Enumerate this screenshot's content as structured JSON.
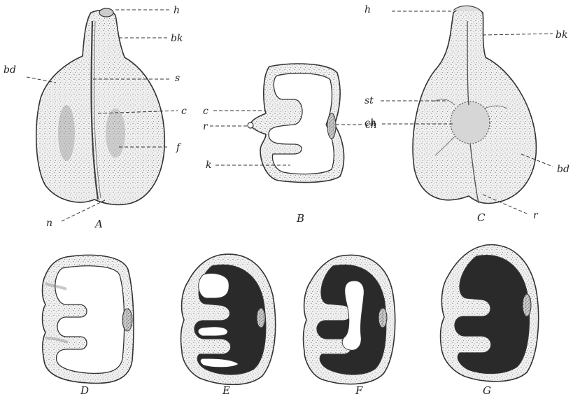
{
  "panels": {
    "A": "A",
    "B": "B",
    "C": "C",
    "D": "D",
    "E": "E",
    "F": "F",
    "G": "G"
  },
  "labels": {
    "a_h": "h",
    "a_bk": "bk",
    "a_bd": "bd",
    "a_s": "s",
    "a_c": "c",
    "a_f": "f",
    "a_n": "n",
    "b_c": "c",
    "b_r": "r",
    "b_ch": "ch",
    "b_k": "k",
    "c_h": "h",
    "c_bk": "bk",
    "c_st": "st",
    "c_ch": "ch",
    "c_bd": "bd",
    "c_r": "r"
  },
  "colors": {
    "ink": "#333333",
    "seed_fill": "#e8e8e8",
    "cell_fill": "#f2f2f2",
    "cavity": "#ffffff",
    "nucellus_dark": "#2a2a2a",
    "stipple": "#8a8a8a"
  }
}
